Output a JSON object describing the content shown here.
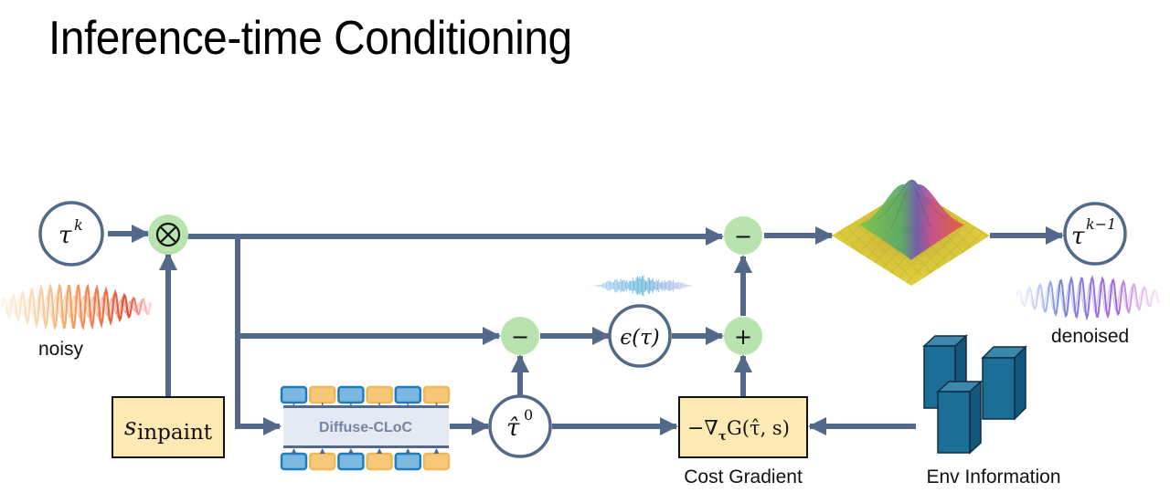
{
  "slide": {
    "title": "Inference-time Conditioning"
  },
  "nodes": {
    "tau_k": {
      "symbol": "τ",
      "sup": "k"
    },
    "multiply_op": {
      "symbol": "⊗"
    },
    "s_inpaint": {
      "symbol": "s",
      "sub": "inpaint"
    },
    "diffuse_cloc": {
      "label": "Diffuse-CLoC"
    },
    "tau_hat_0": {
      "symbol": "τ̂",
      "sup": "0"
    },
    "minus_op_mid": {
      "symbol": "−"
    },
    "epsilon": {
      "label": "ϵ(τ)"
    },
    "plus_op": {
      "symbol": "+"
    },
    "minus_op_top": {
      "symbol": "−"
    },
    "cost_gradient": {
      "prefix": "−∇",
      "sub": "τ",
      "expr": "G(τ̂, s)",
      "caption": "Cost Gradient"
    },
    "tau_k_minus_1": {
      "symbol": "τ",
      "sup": "k−1"
    },
    "env_info": {
      "caption": "Env Information"
    }
  },
  "captions": {
    "noisy": "noisy",
    "denoised": "denoised"
  },
  "colors": {
    "arrow": "#52698a",
    "op_fill": "#b9e3ae",
    "box_fill": "#fde9b4",
    "circle_stroke": "#52698a",
    "env_block": "#1c6e96",
    "cloc_body": "#e3eaf3",
    "token_blue": "#7db8e0",
    "token_orange": "#f6c978"
  }
}
